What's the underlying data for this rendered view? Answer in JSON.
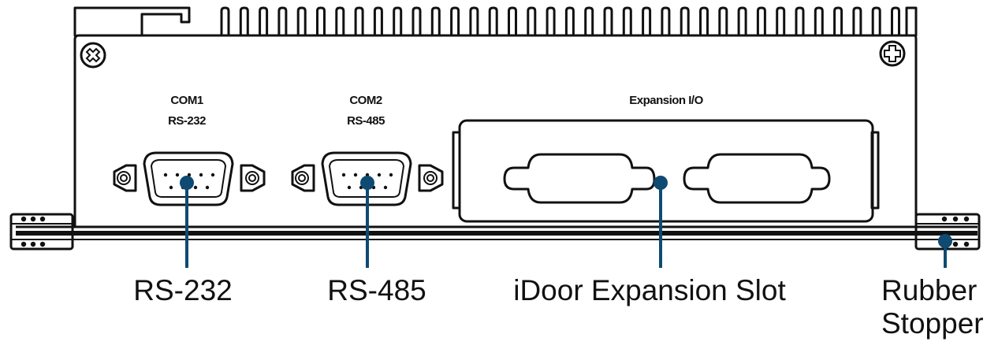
{
  "panel_labels": {
    "com1_line1": "COM1",
    "com1_line2": "RS-232",
    "com2_line1": "COM2",
    "com2_line2": "RS-485",
    "expansion": "Expansion I/O"
  },
  "callouts": {
    "rs232": "RS-232",
    "rs485": "RS-485",
    "idoor": "iDoor Expansion Slot",
    "rubber_line1": "Rubber",
    "rubber_line2": "Stopper"
  },
  "colors": {
    "leader": "#0e4a72",
    "outline": "#111111"
  }
}
